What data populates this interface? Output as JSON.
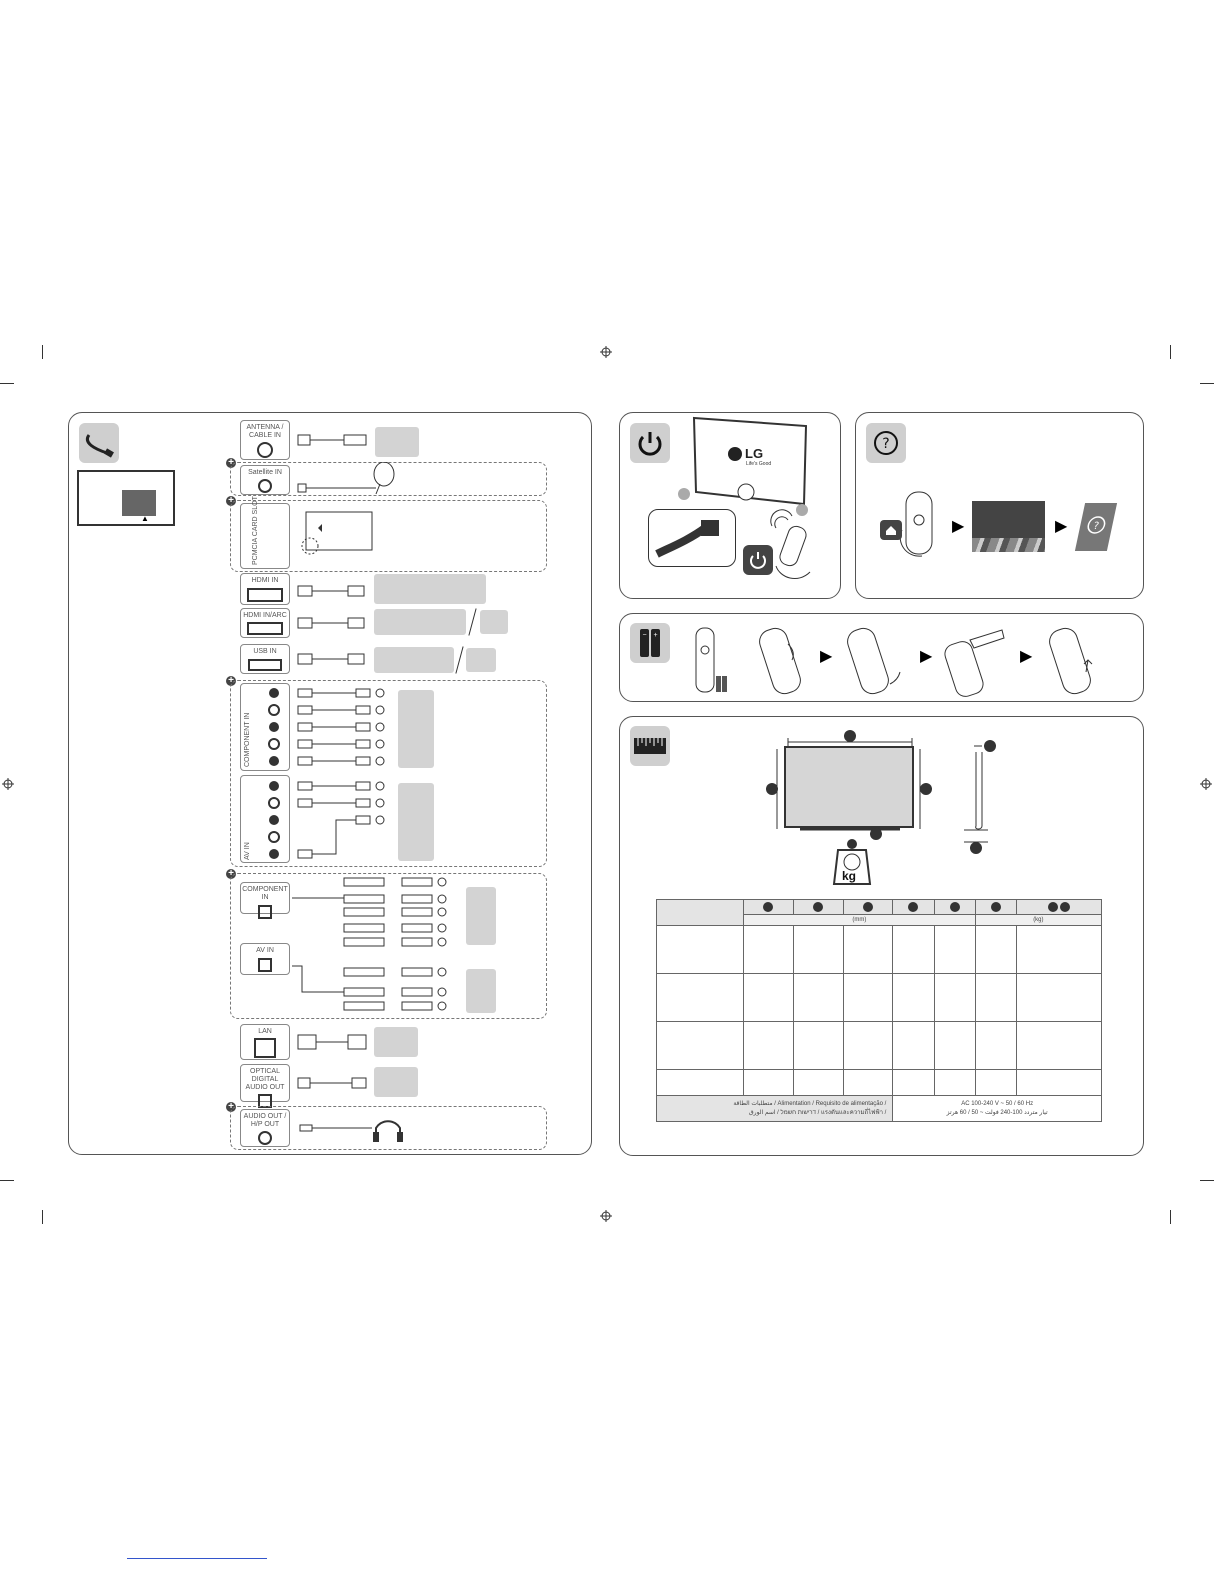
{
  "ports": {
    "antenna": "ANTENNA / CABLE IN",
    "satellite": "Satellite IN",
    "pcmcia": "PCMCIA CARD SLOT",
    "hdmi": "HDMI IN",
    "hdmi_arc": "HDMI IN/ARC",
    "usb": "USB IN",
    "component_vertical": "COMPONENT IN",
    "av_vertical": "AV IN",
    "component": "COMPONENT IN",
    "av": "AV IN",
    "lan": "LAN",
    "optical": "OPTICAL DIGITAL AUDIO OUT",
    "audio_out": "AUDIO OUT / H/P OUT"
  },
  "tv": {
    "brand": "LG",
    "tagline": "Life's Good"
  },
  "weight_label": "kg",
  "table": {
    "unit_mm": "(mm)",
    "unit_kg": "(kg)",
    "power_label_line1": "متطلبات الطاقة / Alimentation / Requisito de alimentação /",
    "power_label_line2": "דרישות חשמל / اسم الورق / แรงดันและความถี่ไฟฟ้า /",
    "power_value_line1": "AC 100-240 V ~ 50 / 60 Hz",
    "power_value_line2": "تيار متردد 100-240 فولت ~ 50 / 60 هرتز"
  },
  "colors": {
    "panel_border": "#555555",
    "badge": "#cfcfcf",
    "device": "#d3d3d3"
  }
}
